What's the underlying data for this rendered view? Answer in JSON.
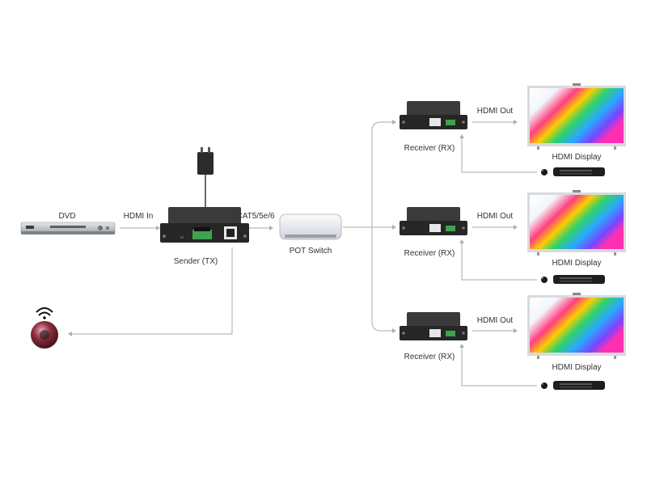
{
  "labels": {
    "dvd": "DVD",
    "hdmi_in": "HDMI In",
    "cat": "CAT5/5e/6",
    "sender": "Sender (TX)",
    "pot_switch": "POT Switch",
    "receiver_1": "Receiver (RX)",
    "receiver_2": "Receiver (RX)",
    "receiver_3": "Receiver (RX)",
    "hdmi_out_1": "HDMI Out",
    "hdmi_out_2": "HDMI Out",
    "hdmi_out_3": "HDMI Out",
    "display_1": "HDMI Display",
    "display_2": "HDMI Display",
    "display_3": "HDMI Display"
  },
  "colors": {
    "line": "#b9b9b9",
    "device_body": "#2b2b2b",
    "terminal_green": "#3fa34d",
    "ir_eye": "#7a2633",
    "tv_frame": "#d9dadc"
  }
}
